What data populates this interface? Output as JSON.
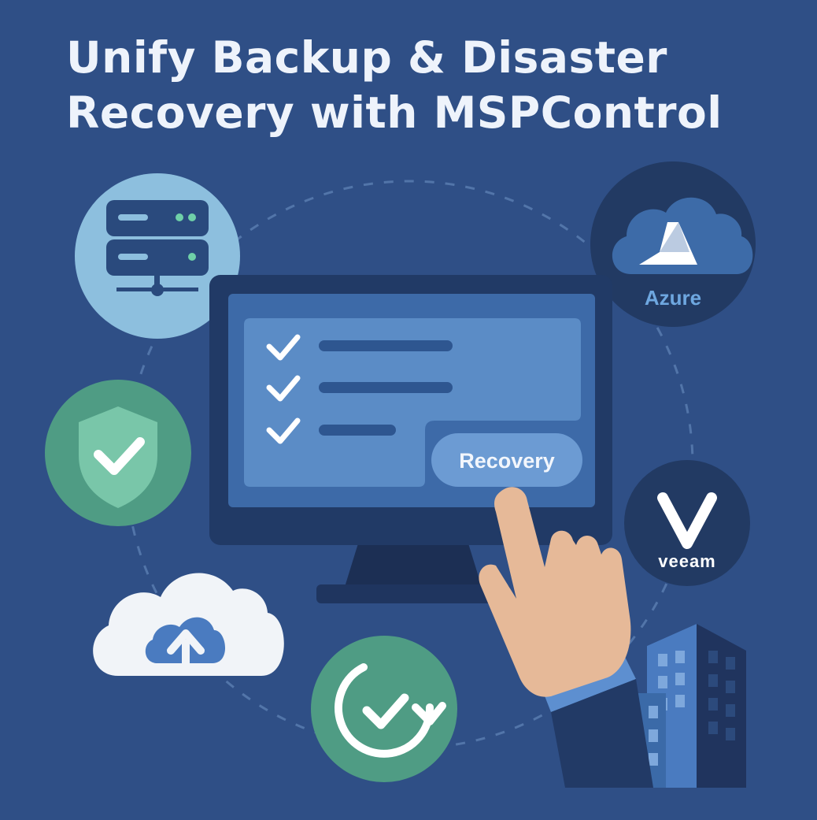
{
  "headline": {
    "line1": "Unify Backup & Disaster",
    "line2": "Recovery with MSPControl"
  },
  "screen": {
    "recovery_button_label": "Recovery"
  },
  "integrations": {
    "azure_label": "Azure",
    "veeam_label": "veeam"
  },
  "colors": {
    "background": "#2f4f86",
    "monitor_frame": "#213a66",
    "screen": "#3d6aa8",
    "panel": "#5b8cc6",
    "button": "#6c9bd3",
    "server_circle": "#8dbfde",
    "shield_circle": "#4f9c84",
    "sync_circle": "#4f9c84",
    "azure_circle": "#223a63",
    "veeam_circle": "#223a63",
    "cloud": "#f1f4f8",
    "hand": "#e6b998",
    "sleeve": "#5d8fd0"
  },
  "icons": [
    "server-icon",
    "shield-check-icon",
    "cloud-upload-icon",
    "sync-check-icon",
    "azure-logo-icon",
    "veeam-logo-icon",
    "building-icon",
    "pointing-hand-icon"
  ]
}
